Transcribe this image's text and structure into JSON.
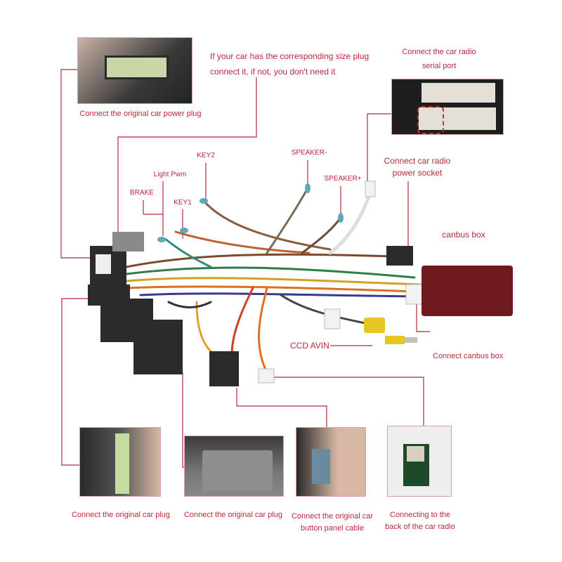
{
  "top": {
    "power_plug_caption": "Connect the original car power plug",
    "size_plug_note_line1": "If your car has the corresponding size plug",
    "size_plug_note_line2": "connect it, if not, you don't need it",
    "serial_port_line1": "Connect the car radio",
    "serial_port_line2": "serial port"
  },
  "wire_labels": {
    "key2": "KEY2",
    "light_pwm": "Light Pwm",
    "brake": "BRAKE",
    "key1": "KEY1",
    "speaker_minus": "SPEAKER-",
    "speaker_plus": "SPEAKER+",
    "power_socket_line1": "Connect car radio",
    "power_socket_line2": "power socket",
    "canbus_box": "canbus box",
    "ccd_avin": "CCD AVIN",
    "connect_canbus": "Connect canbus box"
  },
  "bottom": [
    {
      "line1": "Connect the original car plug",
      "line2": ""
    },
    {
      "line1": "Connect the original car plug",
      "line2": ""
    },
    {
      "line1": "Connect the original car",
      "line2": "button panel cable"
    },
    {
      "line1": "Connecting to the",
      "line2": "back of the car radio"
    }
  ],
  "colors": {
    "accent": "#b8283a",
    "canbus": "#6e1a1e",
    "connector": "#2b2b2b"
  }
}
